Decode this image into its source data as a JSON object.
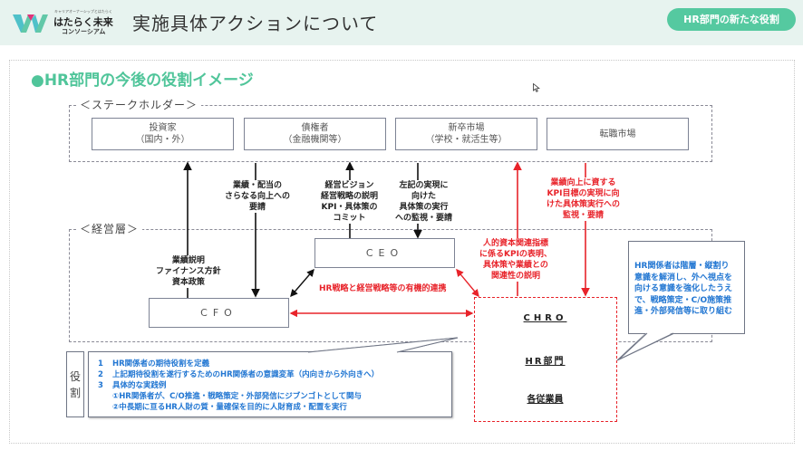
{
  "header": {
    "logo": {
      "tagline": "キャリアオーナーシップとはたらく",
      "name": "はたらく未来",
      "sub": "コンソーシアム"
    },
    "title": "実施具体アクションについて",
    "tag": "HR部門の新たな役割"
  },
  "colors": {
    "accent": "#55c9a0",
    "header_bg": "#e7f3ef",
    "red": "#e8232a",
    "blue_text": "#2176d2",
    "box_border": "#7d8394"
  },
  "section_title": "●HR部門の今後の役割イメージ",
  "stakeholders": {
    "label": "＜ステークホルダー＞",
    "boxes": [
      {
        "line1": "投資家",
        "line2": "（国内・外）"
      },
      {
        "line1": "債権者",
        "line2": "（金融機関等）"
      },
      {
        "line1": "新卒市場",
        "line2": "（学校・就活生等）"
      },
      {
        "line1": "転職市場",
        "line2": ""
      }
    ]
  },
  "management": {
    "label": "＜経営層＞",
    "ceo": "CEO",
    "cfo": "CFO"
  },
  "flows": {
    "cfo_to_investors": [
      "業績説明",
      "ファイナンス方針",
      "資本政策"
    ],
    "creditors_to_cfo": [
      "業績・配当の",
      "さらなる向上への",
      "要請"
    ],
    "ceo_to_stakeholders": [
      "経営ビジョン",
      "経営戦略の説明",
      "KPI・具体策の",
      "コミット"
    ],
    "stakeholders_to_ceo": [
      "左記の実現に",
      "向けた",
      "具体策の実行",
      "への監視・要請"
    ],
    "chro_to_market": [
      "人的資本関連指標",
      "に係るKPIの表明、",
      "具体策や業績との",
      "関連性の説明"
    ],
    "market_to_chro": [
      "業績向上に資する",
      "KPI目標の実現に向",
      "けた具体策実行への",
      "監視・要請"
    ],
    "hr_strategy_link": "HR戦略と経営戦略等の有機的連携"
  },
  "hr_unit": {
    "items": [
      "CHRO",
      "HR部門",
      "各従業員"
    ]
  },
  "callout_right": [
    "HR関係者は階層・縦割り",
    "意識を解消し、外へ視点を",
    "向ける意識を強化したうえ",
    "で、戦略策定・C/O施策推",
    "進・外部発信等に取り組む"
  ],
  "roles": {
    "side_label": [
      "役",
      "割"
    ],
    "lines": [
      {
        "num": "1",
        "text": "HR関係者の期待役割を定義"
      },
      {
        "num": "2",
        "text": "上記期待役割を遂行するためのHR関係者の意識変革（内向きから外向きへ）"
      },
      {
        "num": "3",
        "text": "具体的な実践例"
      },
      {
        "num": "",
        "text": "①HR関係者が、C/O推進・戦略策定・外部発信にジブンゴトとして関与"
      },
      {
        "num": "",
        "text": "②中長期に亘るHR人財の質・量確保を目的に人財育成・配置を実行"
      }
    ]
  }
}
